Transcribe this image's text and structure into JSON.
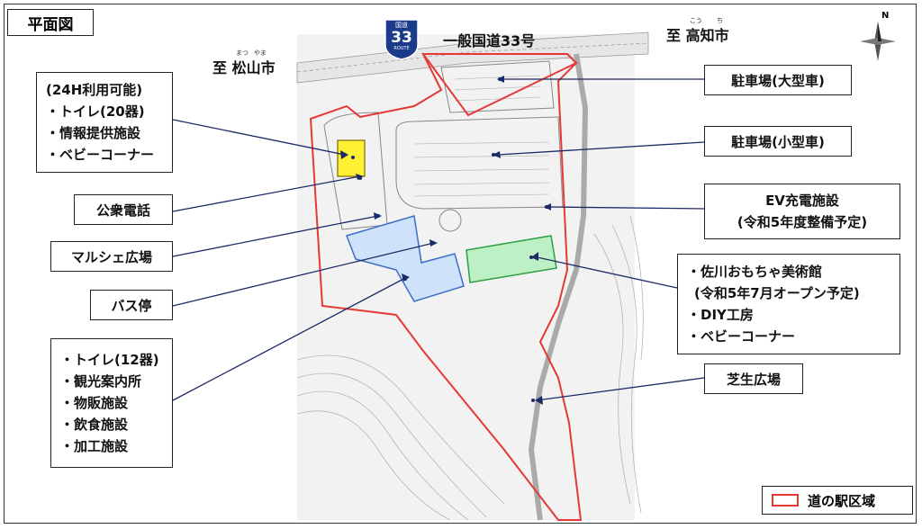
{
  "title": "平面図",
  "route": {
    "shield_top": "国道",
    "shield_number": "33",
    "shield_bottom": "ROUTE",
    "road_name": "一般国道33号"
  },
  "directions": {
    "matsuyama": "至 松山市",
    "matsuyama_ruby_1": "まつ",
    "matsuyama_ruby_2": "やま",
    "kochi": "至 高知市",
    "kochi_ruby_1": "こう",
    "kochi_ruby_2": "ち"
  },
  "compass": {
    "north": "N"
  },
  "labels": {
    "facility_24h": [
      "(24H利用可能)",
      "・トイレ(20器)",
      "・情報提供施設",
      "・ベビーコーナー"
    ],
    "public_phone": "公衆電話",
    "marche": "マルシェ広場",
    "bus_stop": "バス停",
    "main_building": [
      "・トイレ(12器)",
      "・観光案内所",
      "・物販施設",
      "・飲食施設",
      "・加工施設"
    ],
    "parking_large": "駐車場(大型車)",
    "parking_small": "駐車場(小型車)",
    "ev": [
      "EV充電施設",
      "(令和5年度整備予定)"
    ],
    "museum": [
      "・佐川おもちゃ美術館",
      "(令和5年7月オープン予定)",
      "・DIY工房",
      "・ベビーコーナー"
    ],
    "lawn": "芝生広場"
  },
  "legend": {
    "label": "道の駅区域"
  },
  "colors": {
    "boundary": "#e53935",
    "toilet_24h": "#fff033",
    "building_blue": "#cfe2fb",
    "building_blue_stroke": "#3a6fc4",
    "museum_green": "#bdf0c4",
    "museum_green_stroke": "#2e9e48",
    "leader_line": "#1c2a66",
    "road_shield": "#1a3a8a"
  }
}
